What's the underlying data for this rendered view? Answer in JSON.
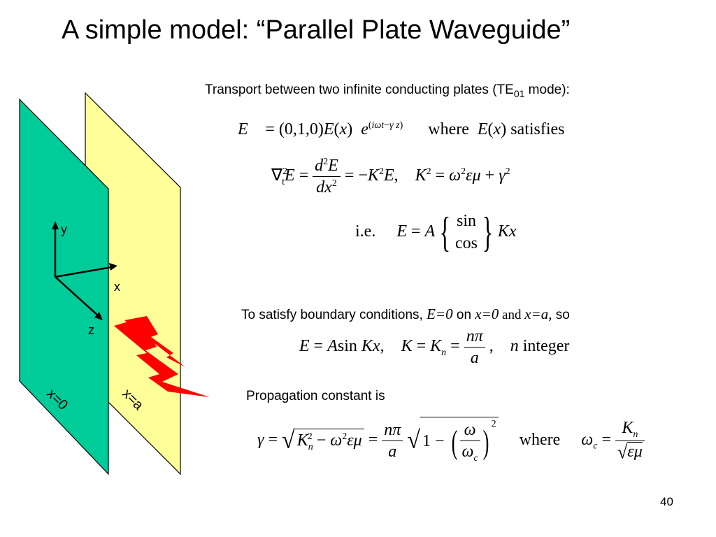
{
  "title": "A simple model: “Parallel Plate Waveguide”",
  "transport_text_a": "Transport between two infinite conducting plates (TE",
  "transport_sub": "01",
  "transport_text_b": " mode):",
  "where_word": "where",
  "satisfies_word": "satisfies",
  "ie_word": "i.e.",
  "sin_word": "sin",
  "cos_word": "cos",
  "boundary_text_a": "To satisfy boundary conditions, ",
  "boundary_E0": "E=0",
  "boundary_on": " on ",
  "boundary_x0": "x=0",
  "boundary_and": " and ",
  "boundary_xa": "x=a,",
  "boundary_so": " so",
  "integer_word": "integer",
  "propagation_text": "Propagation constant is",
  "axis_y": "y",
  "axis_x": "x",
  "axis_z": "z",
  "plate_left_label": "x=0",
  "plate_right_label": "x=a",
  "page_number": "40",
  "colors": {
    "plate_left": "#00cc99",
    "plate_right": "#ffff99",
    "bolt": "#ff0000"
  }
}
